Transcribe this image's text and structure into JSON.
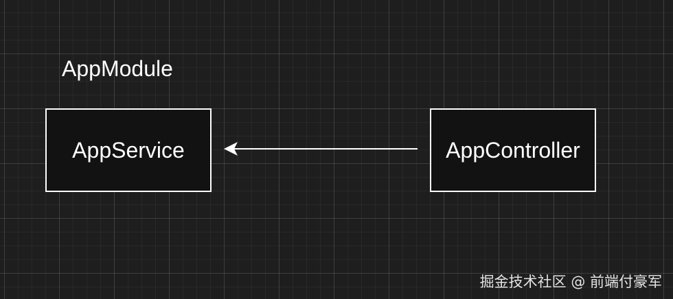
{
  "diagram": {
    "module": {
      "label": "AppModule"
    },
    "nodes": {
      "service": {
        "label": "AppService"
      },
      "controller": {
        "label": "AppController"
      }
    },
    "edges": [
      {
        "from": "controller",
        "to": "service"
      }
    ]
  },
  "watermark": {
    "text": "掘金技术社区 @ 前端付豪军"
  },
  "colors": {
    "background": "#1e1e1e",
    "stroke": "#ffffff",
    "text": "#ffffff"
  }
}
